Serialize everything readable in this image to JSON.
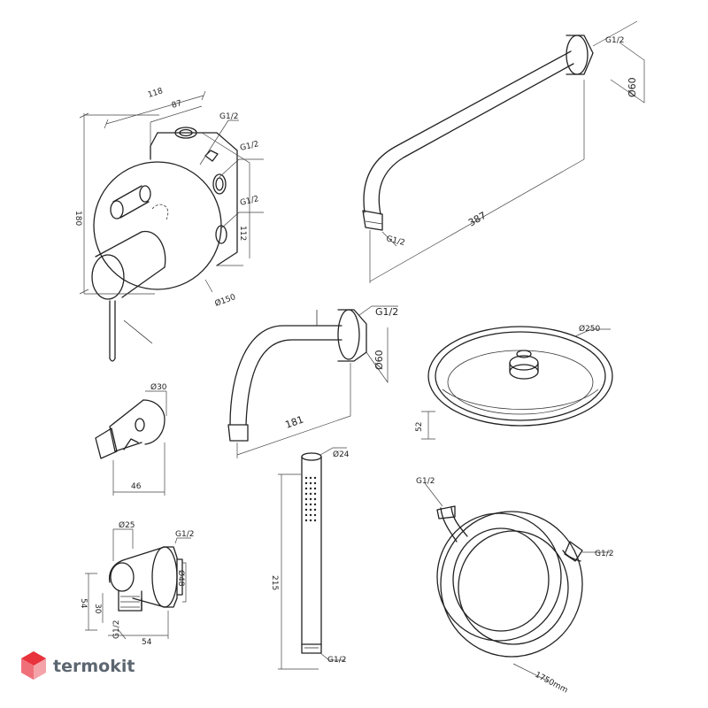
{
  "mixer": {
    "dims": {
      "w118": "118",
      "w87": "87",
      "h180": "180",
      "h112": "112",
      "d150": "Ø150"
    },
    "threads": [
      "G1/2",
      "G1/2",
      "G1/2"
    ]
  },
  "shower_arm": {
    "dims": {
      "len387": "387",
      "d60": "Ø60"
    },
    "threads": [
      "G1/2",
      "G1/2"
    ]
  },
  "spout": {
    "dims": {
      "len181": "181",
      "d60": "Ø60"
    },
    "thread": "G1/2"
  },
  "holder": {
    "dims": {
      "d30": "Ø30",
      "w46": "46"
    }
  },
  "overhead_shower": {
    "dims": {
      "d250": "Ø250",
      "h52": "52"
    }
  },
  "hand_shower": {
    "dims": {
      "d24": "Ø24",
      "len215": "215"
    },
    "thread": "G1/2"
  },
  "wall_outlet": {
    "dims": {
      "d25": "Ø25",
      "d48": "Ø48",
      "h54": "54",
      "h30": "30",
      "w54": "54"
    },
    "threads": [
      "G1/2",
      "G1/2"
    ]
  },
  "hose": {
    "dims": {
      "len": "1750mm"
    },
    "threads": [
      "G1/2",
      "G1/2"
    ]
  },
  "watermark": {
    "text": "termokit",
    "colors": {
      "accent": "#e8323c",
      "text": "#5c6670"
    }
  }
}
